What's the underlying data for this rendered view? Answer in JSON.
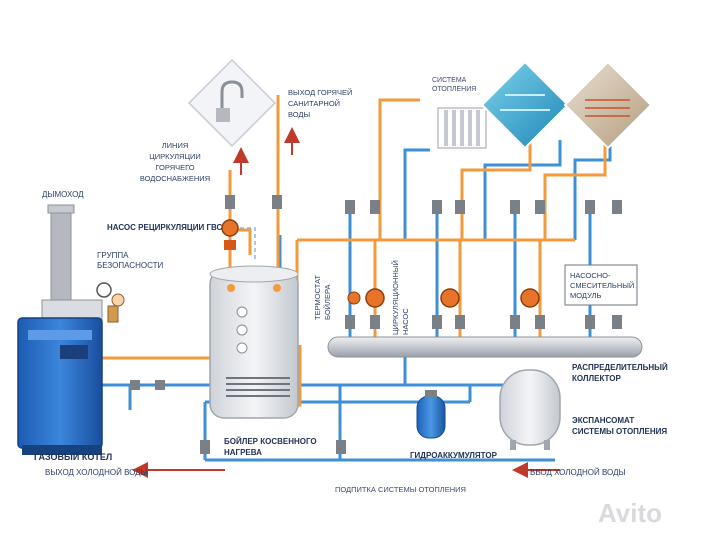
{
  "labels": {
    "chimney": "ДЫМОХОД",
    "safety_group_1": "ГРУППА",
    "safety_group_2": "БЕЗОПАСНОСТИ",
    "gas_boiler": "ГАЗОВЫЙ КОТЕЛ",
    "cold_water_out": "ВЫХОД ХОЛОДНОЙ ВОДЫ",
    "cold_water_in": "ВВОД ХОЛОДНОЙ ВОДЫ",
    "heating_makeup": "ПОДПИТКА СИСТЕМЫ ОТОПЛЕНИЯ",
    "dhw_recirc_pump": "НАСОС РЕЦИРКУЛЯЦИИ ГВС",
    "hot_water_recirc_1": "ЛИНИЯ",
    "hot_water_recirc_2": "ЦИРКУЛЯЦИИ",
    "hot_water_recirc_3": "ГОРЯЧЕГО",
    "hot_water_recirc_4": "ВОДОСНАБЖЕНИЯ",
    "hot_sanitary_out_1": "ВЫХОД ГОРЯЧЕЙ",
    "hot_sanitary_out_2": "САНИТАРНОЙ",
    "hot_sanitary_out_3": "ВОДЫ",
    "heating_system_1": "СИСТЕМА",
    "heating_system_2": "ОТОПЛЕНИЯ",
    "boiler_thermostat_1": "ТЕРМОСТАТ",
    "boiler_thermostat_2": "БОЙЛЕРА",
    "circ_pump_1": "ЦИРКУЛЯЦИОННЫЙ",
    "circ_pump_2": "НАСОС",
    "mixing_module_1": "НАСОСНО-",
    "mixing_module_2": "СМЕСИТЕЛЬНЫЙ",
    "mixing_module_3": "МОДУЛЬ",
    "manifold_1": "РАСПРЕДЕЛИТЕЛЬНЫЙ",
    "manifold_2": "КОЛЛЕКТОР",
    "expansion_1": "ЭКСПАНСОМАТ",
    "expansion_2": "СИСТЕМЫ ОТОПЛЕНИЯ",
    "indirect_boiler_1": "БОЙЛЕР КОСВЕННОГО",
    "indirect_boiler_2": "НАГРЕВА",
    "hydro_accumulator": "ГИДРОАККУМУЛЯТОР",
    "watermark": "Avito"
  },
  "colors": {
    "hot_pipe": "#f39a3d",
    "cold_pipe": "#3d8fd6",
    "light_pipe": "#a9c9e8",
    "boiler_blue": "#2a6fc9",
    "tank_gray": "#e6e8ec",
    "pump_orange": "#e8742a",
    "arrow_red": "#c0392b",
    "manifold": "#c8ccd2"
  }
}
